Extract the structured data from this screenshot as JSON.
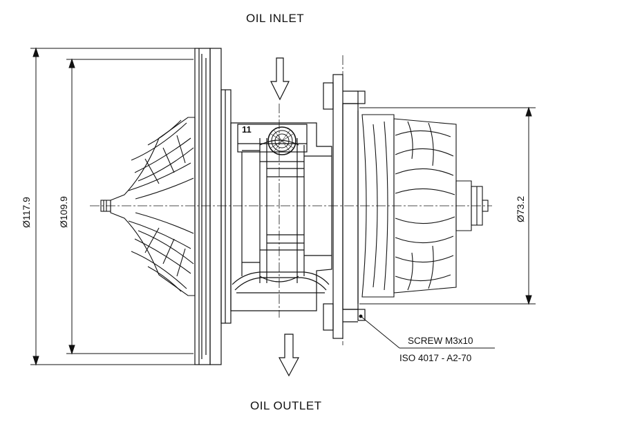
{
  "labels": {
    "oil_inlet": "OIL INLET",
    "oil_outlet": "OIL OUTLET",
    "screw_line1": "SCREW M3x10",
    "screw_line2": "ISO 4017 - A2-70",
    "part_number": "11"
  },
  "dimensions": {
    "outer_diameter": "Ø117.9",
    "inner_diameter": "Ø109.9",
    "turbine_diameter": "Ø73.2"
  },
  "colors": {
    "line": "#111111",
    "background": "#ffffff"
  }
}
